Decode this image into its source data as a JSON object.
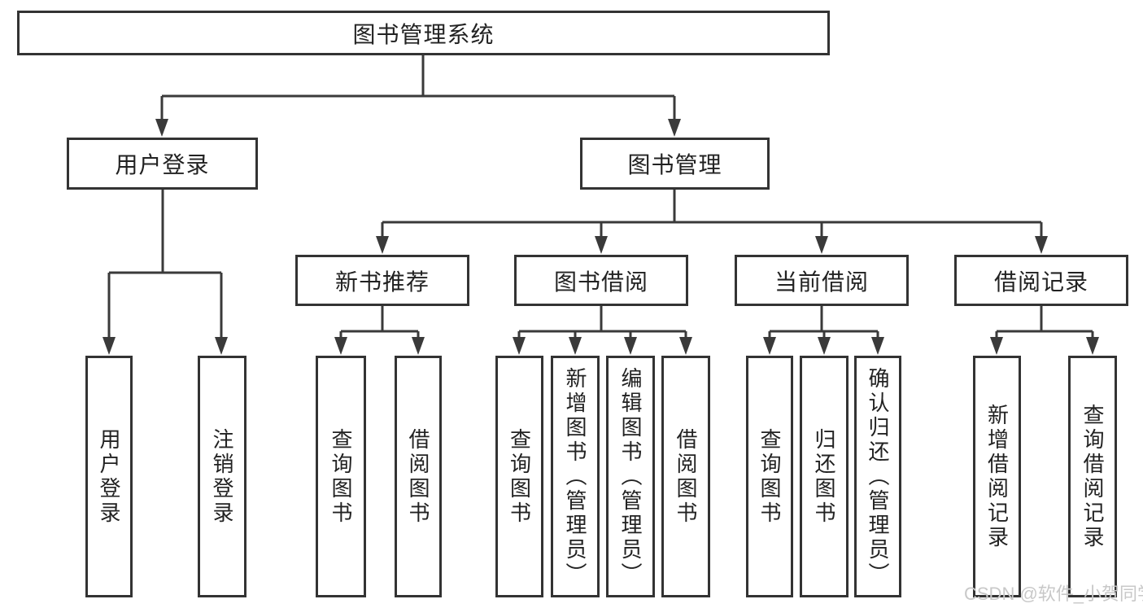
{
  "diagram": {
    "root": {
      "label": "图书管理系统"
    },
    "branches": [
      {
        "label": "用户登录",
        "children": [
          {
            "label": "用户登录"
          },
          {
            "label": "注销登录"
          }
        ]
      },
      {
        "label": "图书管理",
        "sections": [
          {
            "label": "新书推荐",
            "children": [
              {
                "label": "查询图书"
              },
              {
                "label": "借阅图书"
              }
            ]
          },
          {
            "label": "图书借阅",
            "children": [
              {
                "label": "查询图书"
              },
              {
                "label": "新增图书（管理员）"
              },
              {
                "label": "编辑图书（管理员）"
              },
              {
                "label": "借阅图书"
              }
            ]
          },
          {
            "label": "当前借阅",
            "children": [
              {
                "label": "查询图书"
              },
              {
                "label": "归还图书"
              },
              {
                "label": "确认归还（管理员）"
              }
            ]
          },
          {
            "label": "借阅记录",
            "children": [
              {
                "label": "新增借阅记录"
              },
              {
                "label": "查询借阅记录"
              }
            ]
          }
        ]
      }
    ]
  },
  "watermark": {
    "text": "CSDN @软件_小贺同学",
    "color": "#c8c8c8"
  },
  "colors": {
    "box_border": "#333333",
    "connector_line": "#3a3a3a",
    "text": "#222222",
    "background": "#ffffff"
  }
}
